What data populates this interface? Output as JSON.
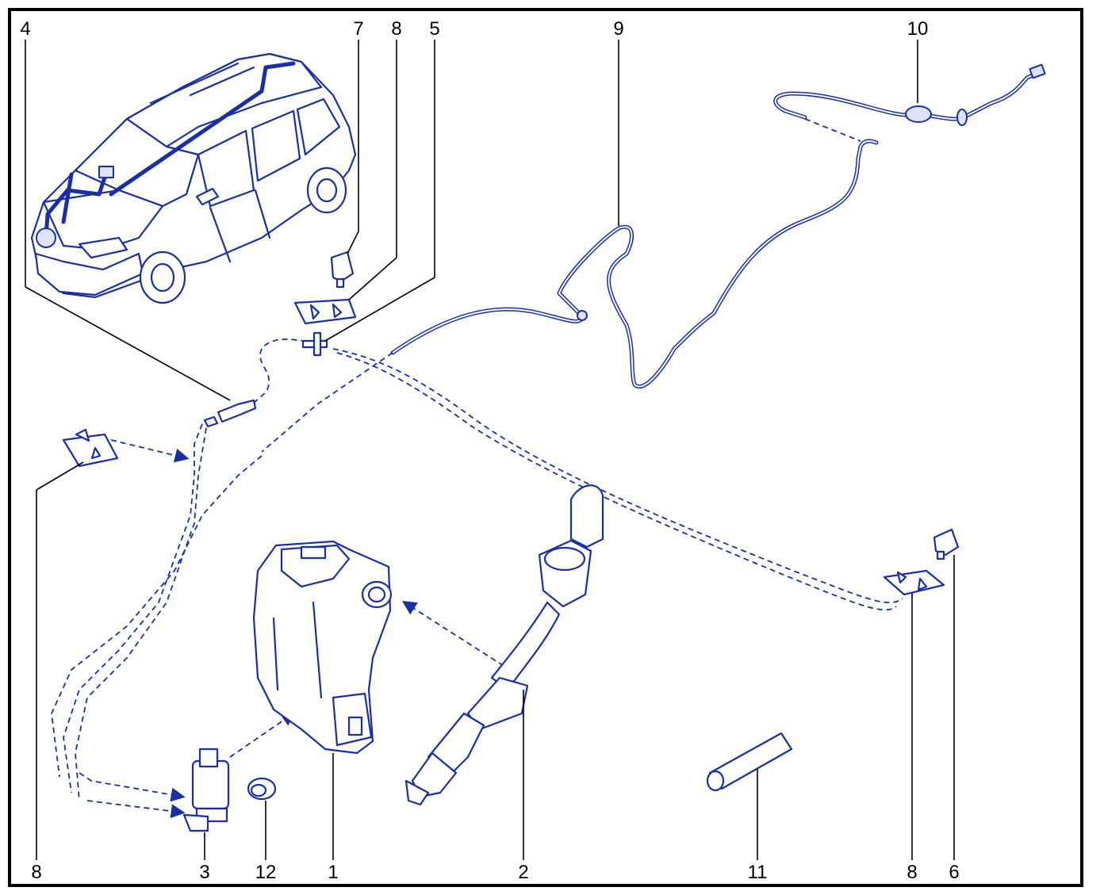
{
  "diagram": {
    "accent_color": "#1a2fa6",
    "frame_color": "#000000",
    "callouts": {
      "top": {
        "c4": "4",
        "c7": "7",
        "c8": "8",
        "c5": "5",
        "c9": "9",
        "c10": "10"
      },
      "bottom": {
        "c8_left": "8",
        "c3": "3",
        "c12": "12",
        "c1": "1",
        "c2": "2",
        "c11": "11",
        "c8_right": "8",
        "c6": "6"
      }
    },
    "parts": [
      "car-illustration",
      "washer-reservoir",
      "filler-neck",
      "washer-pump",
      "pump-grommet",
      "hose-connector",
      "washer-jet",
      "jet-mounting-bracket",
      "t-connector",
      "rear-washer-hose",
      "rear-jet-hose",
      "hose-sleeve"
    ]
  }
}
